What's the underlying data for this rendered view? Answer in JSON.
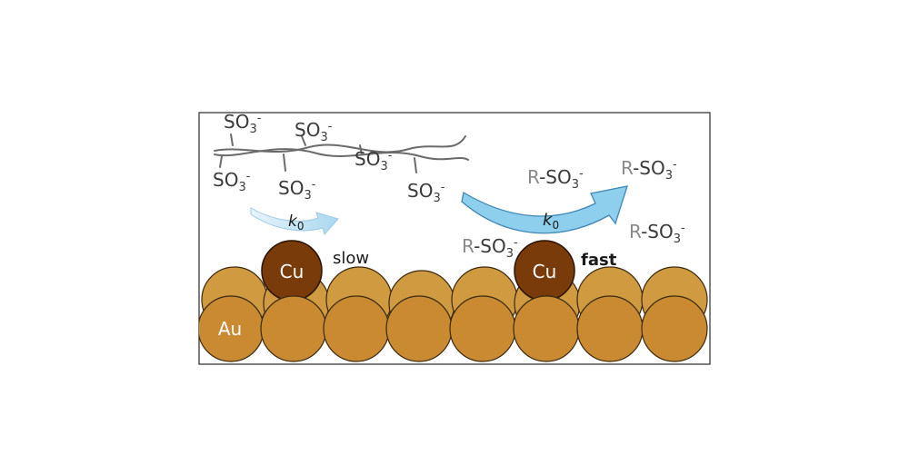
{
  "labels": {
    "sulfonate": "SO",
    "sub3": "3",
    "charge": "-",
    "r_prefix": "R",
    "r_bond": "-SO",
    "rate_k": "k",
    "rate_sub": "0",
    "slow": "slow",
    "fast": "fast",
    "cu": "Cu",
    "au": "Au"
  },
  "colors": {
    "copper": "#7a3b0a",
    "gold": "#c98a32",
    "gold_back": "#cf9a40",
    "polymer": "#6b6b6b",
    "arrow_light": "#cfe6f5",
    "arrow_fast": "#8fcfee",
    "r_group_gray": "#8a8a8a"
  }
}
